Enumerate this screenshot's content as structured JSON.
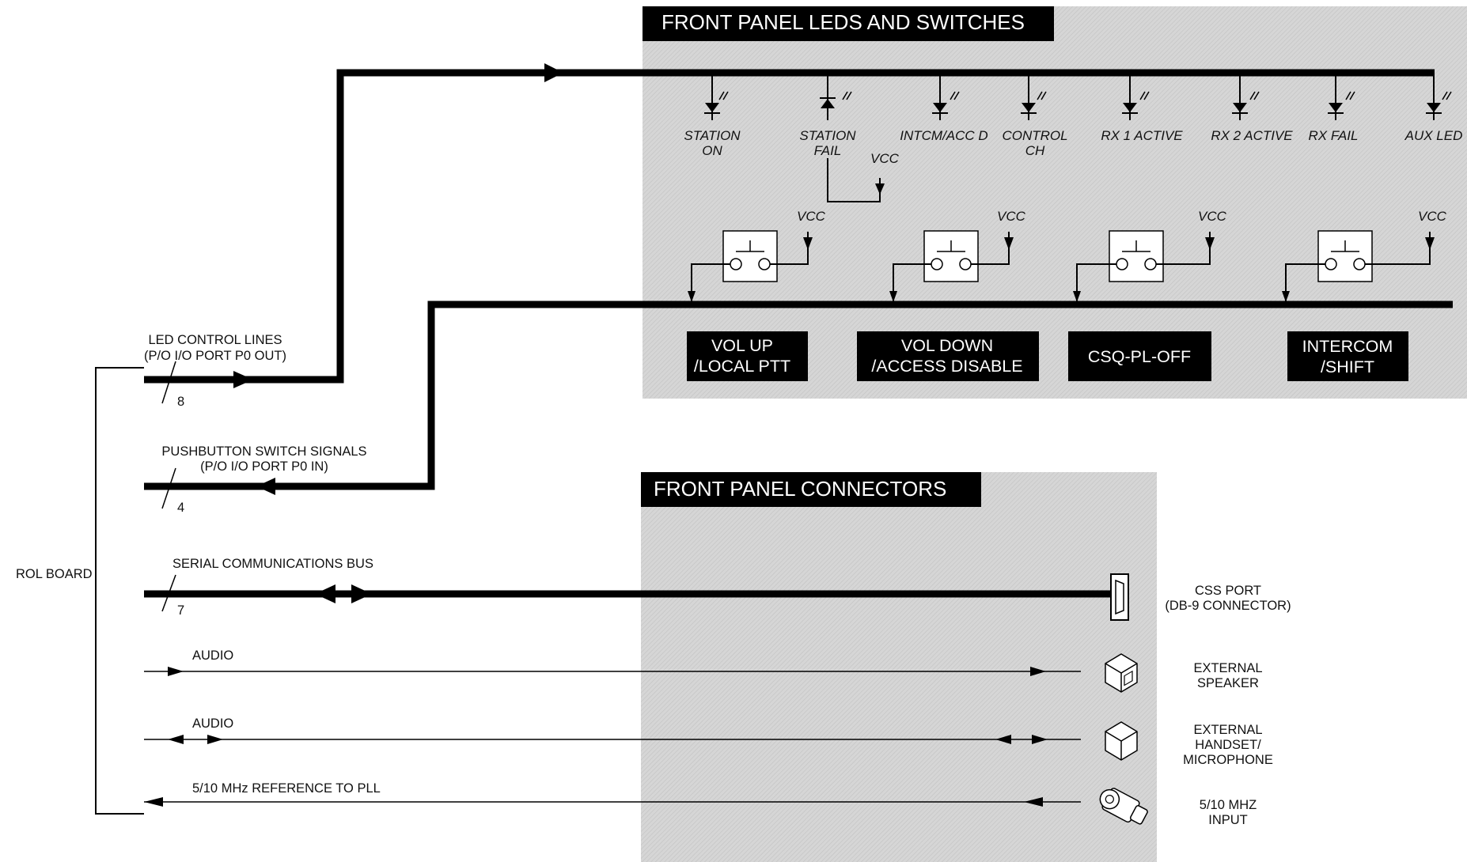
{
  "panels": {
    "leds_switches_title": "FRONT PANEL LEDS AND SWITCHES",
    "connectors_title": "FRONT PANEL CONNECTORS"
  },
  "board_label": "ROL BOARD",
  "leds": [
    {
      "line1": "STATION",
      "line2": "ON"
    },
    {
      "line1": "STATION",
      "line2": "FAIL"
    },
    {
      "line1": "INTCM/ACC D",
      "line2": ""
    },
    {
      "line1": "CONTROL",
      "line2": "CH"
    },
    {
      "line1": "RX 1 ACTIVE",
      "line2": ""
    },
    {
      "line1": "RX 2 ACTIVE",
      "line2": ""
    },
    {
      "line1": "RX FAIL",
      "line2": ""
    },
    {
      "line1": "AUX LED",
      "line2": ""
    }
  ],
  "vcc_label": "VCC",
  "buttons": [
    {
      "line1": "VOL UP",
      "line2": "/LOCAL PTT"
    },
    {
      "line1": "VOL DOWN",
      "line2": "/ACCESS DISABLE"
    },
    {
      "line1": "CSQ-PL-OFF",
      "line2": ""
    },
    {
      "line1": "INTERCOM",
      "line2": "/SHIFT"
    }
  ],
  "signals": {
    "led_control": {
      "line1": "LED CONTROL LINES",
      "line2": "(P/O I/O PORT P0 OUT)",
      "count": "8"
    },
    "pushbutton": {
      "line1": "PUSHBUTTON SWITCH SIGNALS",
      "line2": "(P/O I/O PORT P0 IN)",
      "count": "4"
    },
    "serial": {
      "line1": "SERIAL COMMUNICATIONS BUS",
      "count": "7"
    },
    "audio1": "AUDIO",
    "audio2": "AUDIO",
    "reference": "5/10 MHz REFERENCE TO PLL"
  },
  "connectors": {
    "css_port": {
      "line1": "CSS PORT",
      "line2": "(DB-9 CONNECTOR)"
    },
    "ext_speaker": {
      "line1": "EXTERNAL",
      "line2": "SPEAKER"
    },
    "ext_handset": {
      "line1": "EXTERNAL",
      "line2": "HANDSET/",
      "line3": "MICROPHONE"
    },
    "mhz_input": {
      "line1": "5/10 MHZ",
      "line2": "INPUT"
    }
  },
  "colors": {
    "panel": "#d4d4d4",
    "header": "#000000",
    "line": "#000000"
  }
}
